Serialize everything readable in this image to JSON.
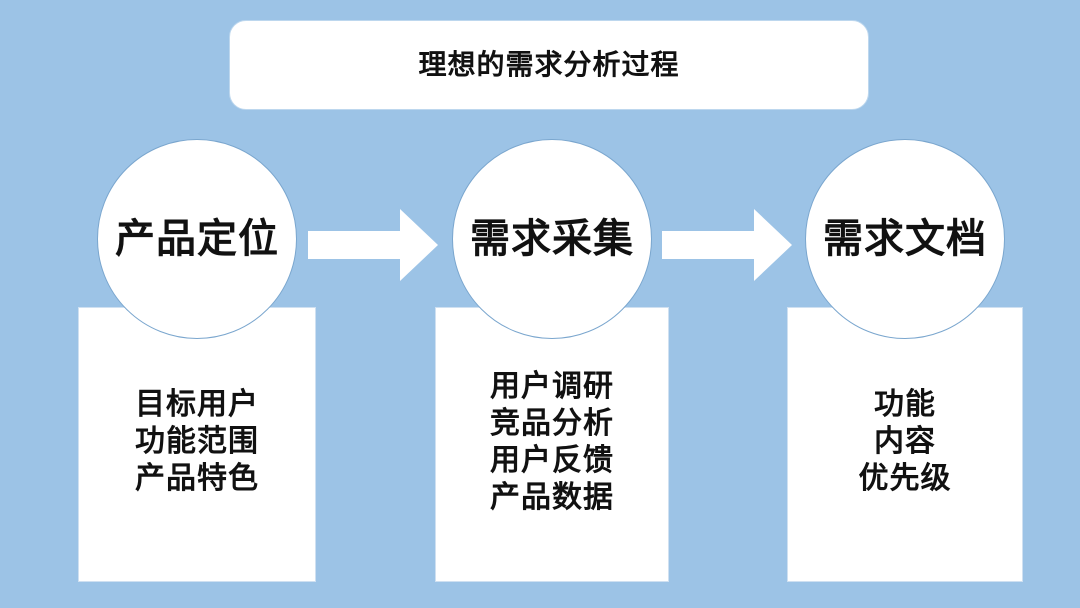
{
  "slide": {
    "background_color": "#9cc3e6",
    "title": {
      "text": "理想的需求分析过程",
      "box_fill": "#ffffff",
      "box_border": "#bdd7ee"
    }
  },
  "stages": [
    {
      "circle_label": "产品定位",
      "details": [
        "目标用户",
        "功能范围",
        "产品特色"
      ]
    },
    {
      "circle_label": "需求采集",
      "details": [
        "用户调研",
        "竞品分析",
        "用户反馈",
        "产品数据"
      ]
    },
    {
      "circle_label": "需求文档",
      "details": [
        "功能",
        "内容",
        "优先级"
      ]
    }
  ],
  "connectors": [
    {
      "icon": "right-block-arrow-icon",
      "fill": "#ffffff",
      "direction": "right"
    },
    {
      "icon": "right-block-arrow-icon",
      "fill": "#ffffff",
      "direction": "right"
    }
  ]
}
